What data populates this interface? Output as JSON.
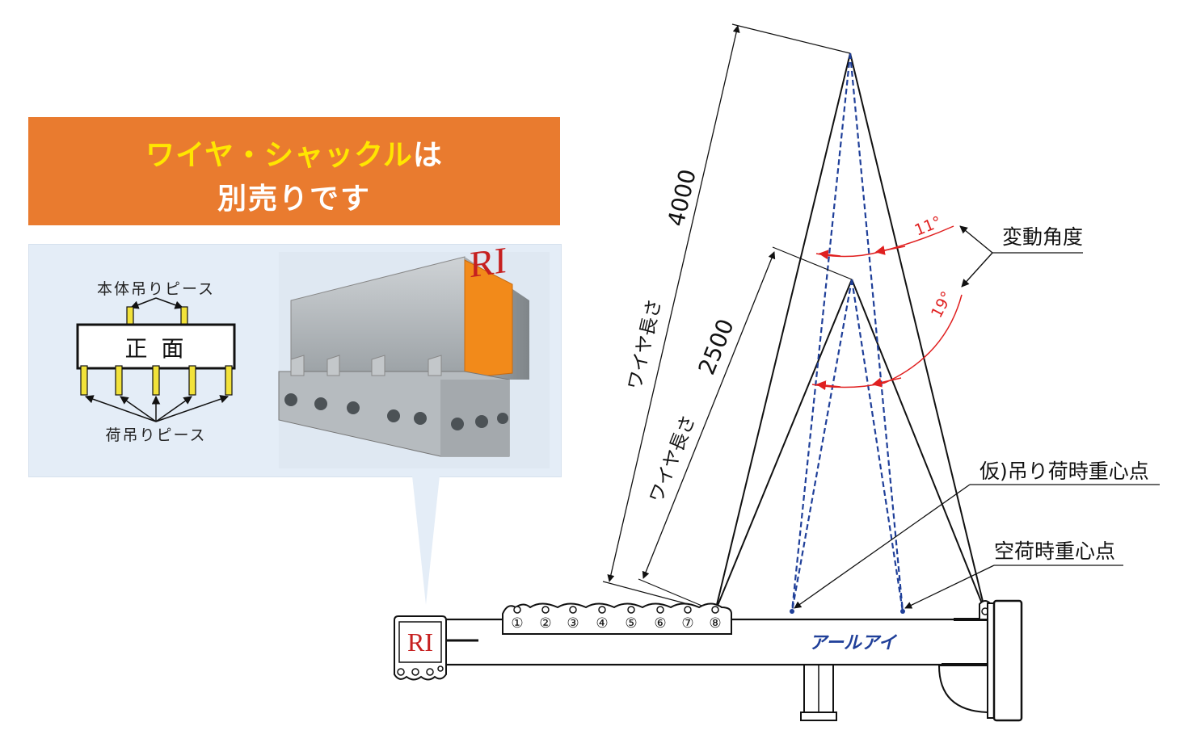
{
  "banner": {
    "line1_highlight": "ワイヤ・シャックル",
    "line1_rest": "は",
    "line2": "別売りです"
  },
  "inset": {
    "top_label": "本体吊りピース",
    "front_label": "正 面",
    "bottom_label": "荷吊りピース"
  },
  "photo": {
    "logo_text": "RI"
  },
  "dimensions": {
    "long_length": "4000",
    "long_wire_label": "ワイヤ長さ",
    "short_length": "2500",
    "short_wire_label": "ワイヤ長さ"
  },
  "angles": {
    "small": "11°",
    "large": "19°",
    "label": "変動角度"
  },
  "centers": {
    "loaded": "仮)吊り荷時重心点",
    "empty": "空荷時重心点"
  },
  "beam": {
    "brand": "アールアイ",
    "logo_text": "RI",
    "holes": [
      "①",
      "②",
      "③",
      "④",
      "⑤",
      "⑥",
      "⑦",
      "⑧"
    ]
  },
  "colors": {
    "banner": "#e97b2f",
    "highlight": "#ffe600",
    "panel": "#e4edf7",
    "dashed": "#1f3f99",
    "angle": "#e02020",
    "brand": "#1f3f99"
  }
}
